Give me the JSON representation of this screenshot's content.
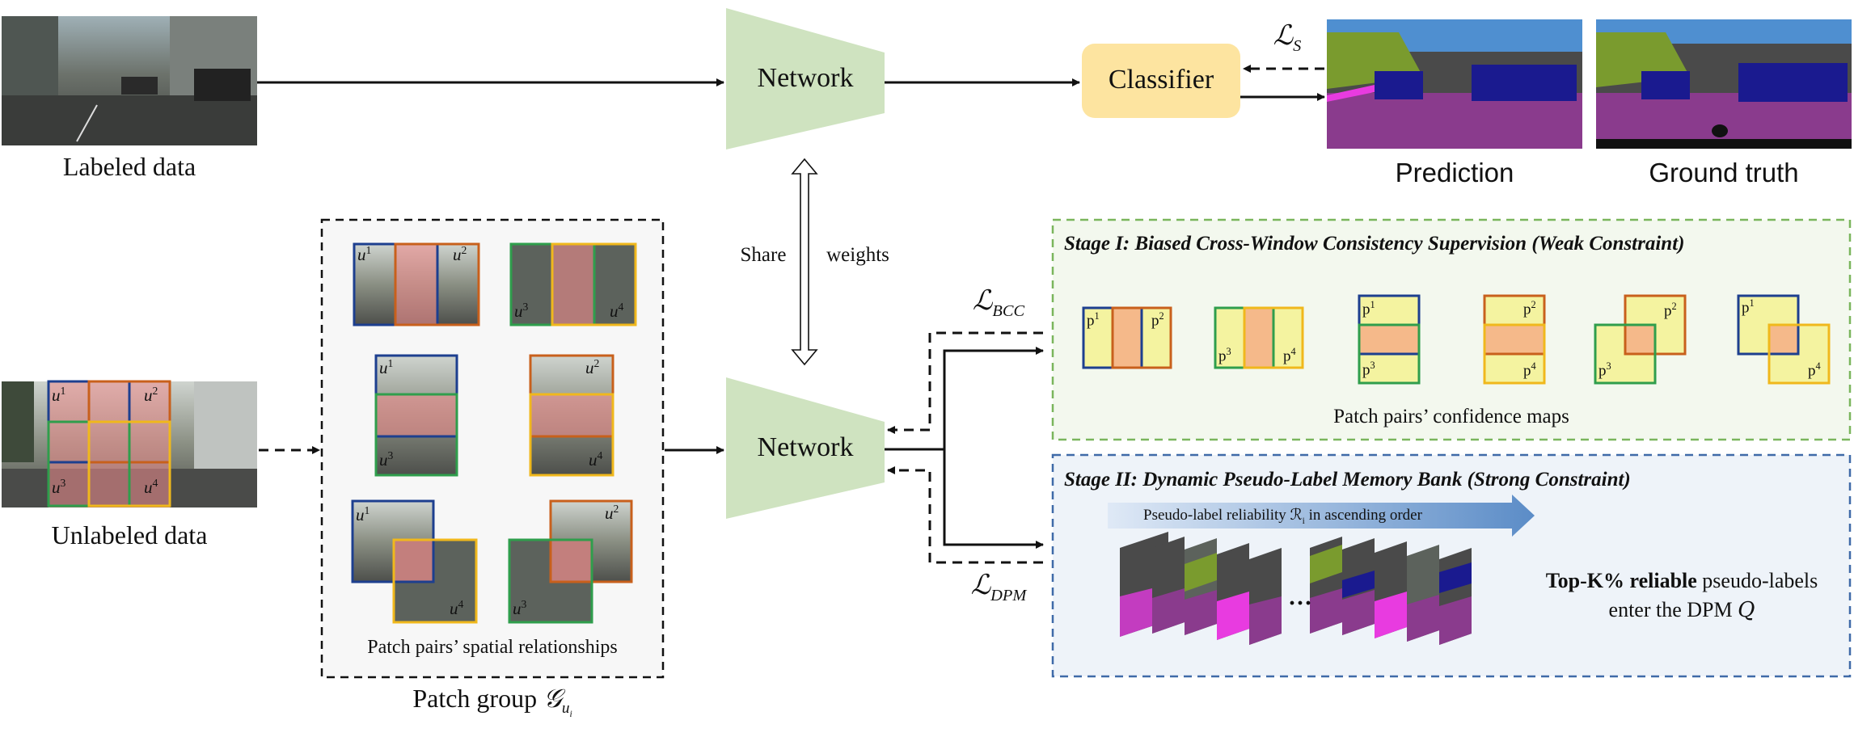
{
  "labeled": {
    "caption": "Labeled data"
  },
  "unlabeled": {
    "caption": "Unlabeled data"
  },
  "network_top": {
    "label": "Network"
  },
  "network_bottom": {
    "label": "Network"
  },
  "share": {
    "left": "Share",
    "right": "weights"
  },
  "classifier": {
    "label": "Classifier"
  },
  "loss_s": {
    "main": "ℒ",
    "sub": "S"
  },
  "loss_bcc": {
    "main": "ℒ",
    "sub": "BCC"
  },
  "loss_dpm": {
    "main": "ℒ",
    "sub": "DPM"
  },
  "prediction": {
    "caption": "Prediction"
  },
  "ground_truth": {
    "caption": "Ground truth"
  },
  "patch_group": {
    "caption_prefix": "Patch group ",
    "caption_symbol": "𝒢",
    "caption_sub": "u",
    "caption_subsub": "i",
    "inner_caption": "Patch pairs’ spatial relationships",
    "u": "u",
    "idx1": "1",
    "idx2": "2",
    "idx3": "3",
    "idx4": "4"
  },
  "stage1": {
    "title": "Stage I: Biased Cross-Window Consistency Supervision (Weak Constraint)",
    "caption": "Patch pairs’ confidence maps",
    "p": "p",
    "idx1": "1",
    "idx2": "2",
    "idx3": "3",
    "idx4": "4"
  },
  "stage2": {
    "title": "Stage II: Dynamic Pseudo-Label Memory Bank (Strong Constraint)",
    "arrow_text": "Pseudo-label reliability ℛ",
    "arrow_sub": "i",
    "arrow_text_end": " in ascending order",
    "dots": "···",
    "bold_text": "Top-K% reliable",
    "rest_text": " pseudo-labels",
    "line2": "enter the DPM ",
    "line2_symbol": "𝑄"
  },
  "colors": {
    "network": "#cfe3c0",
    "classifier": "#fde4a0",
    "stage1_border": "#7ab55c",
    "stage1_fill": "#f3f8ee",
    "stage2_border": "#3f6aa8",
    "stage2_fill": "#eef3f9",
    "u1": "#1d3f8f",
    "u2": "#c8601c",
    "u3": "#2f9e4c",
    "u4": "#f0b81c",
    "overlap": "#ef8c8c",
    "conf_yellow": "#f4f3a0",
    "conf_orange": "#f5b98a",
    "road": "#8a3b8d",
    "car": "#1a1a8f",
    "vegetation": "#7a9b2e",
    "sky": "#4f8fd0",
    "building": "#4a4a4a"
  }
}
